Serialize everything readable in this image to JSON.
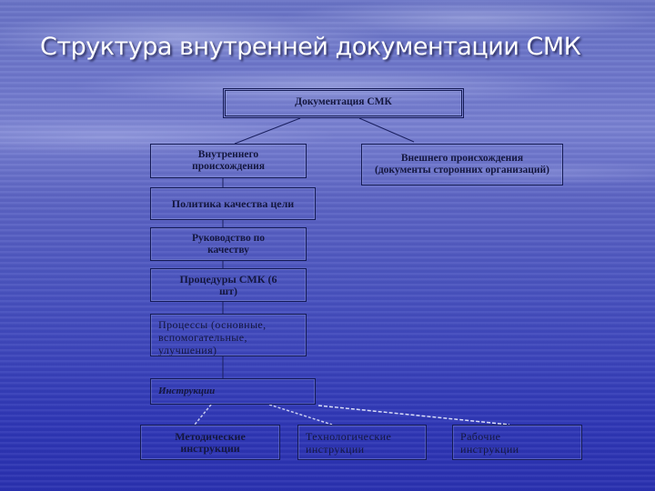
{
  "slide": {
    "title": "Структура внутренней документации СМК",
    "colors": {
      "background_top": "#6f78cc",
      "background_bottom": "#2a31b0",
      "box_border": "#141a55",
      "box_text": "#14173f",
      "title_text": "#ffffff"
    }
  },
  "diagram": {
    "root": {
      "label": "Документация СМК"
    },
    "internal": {
      "label": "Внутреннего происхождения"
    },
    "external": {
      "label": "Внешнего происхождения (документы сторонних организаций)"
    },
    "quality_policy": {
      "label": "Политика качества цели"
    },
    "quality_manual": {
      "label": "Руководство по качеству"
    },
    "qms_procedures": {
      "label": "Процедуры СМК (6 шт)"
    },
    "processes": {
      "label": "Процессы (основные, вспомогательные, улучшения)"
    },
    "instructions": {
      "label": "Инструкции"
    },
    "methodical_instructions": {
      "label": "Методические инструкции"
    },
    "technological_instructions": {
      "label": "Технологические инструкции"
    },
    "work_instructions": {
      "label": "Рабочие инструкции"
    }
  }
}
